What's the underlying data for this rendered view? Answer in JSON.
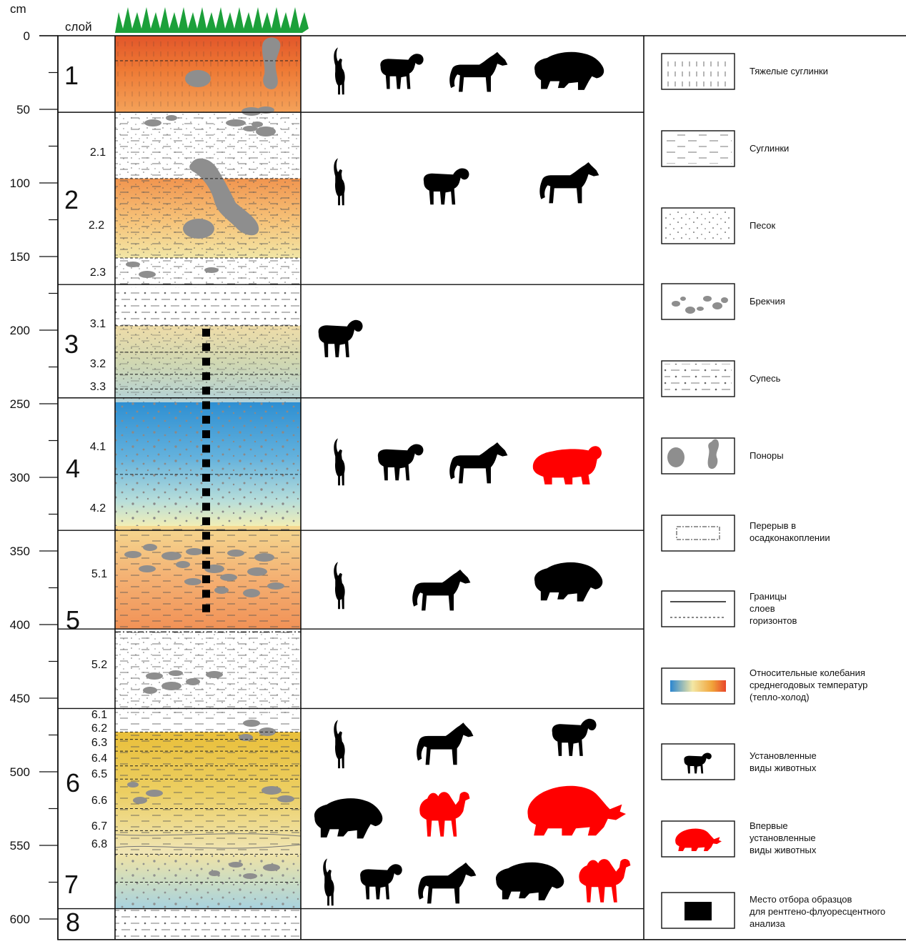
{
  "axis": {
    "unit": "cm",
    "layer_header": "слой",
    "ticks": [
      "0",
      "50",
      "100",
      "150",
      "200",
      "250",
      "300",
      "350",
      "400",
      "450",
      "500",
      "550",
      "600"
    ]
  },
  "layers": [
    {
      "label": "1"
    },
    {
      "label": "2"
    },
    {
      "label": "3"
    },
    {
      "label": "4"
    },
    {
      "label": "5"
    },
    {
      "label": "6"
    },
    {
      "label": "7"
    },
    {
      "label": "8"
    }
  ],
  "horizons": [
    "2.1",
    "2.2",
    "2.3",
    "3.1",
    "3.2",
    "3.3",
    "4.1",
    "4.2",
    "5.1",
    "5.2",
    "6.1",
    "6.2",
    "6.3",
    "6.4",
    "6.5",
    "6.6",
    "6.7",
    "6.8"
  ],
  "fauna": [
    {
      "layer": "1",
      "species": [
        "goat",
        "ram",
        "horse",
        "bison"
      ]
    },
    {
      "layer": "2",
      "species": [
        "goat",
        "ram",
        "horse"
      ]
    },
    {
      "layer": "3",
      "species": [
        "ram"
      ]
    },
    {
      "layer": "4",
      "species": [
        "goat",
        "ram",
        "horse"
      ],
      "first_found": [
        "bear"
      ]
    },
    {
      "layer": "5",
      "species": [
        "goat",
        "horse",
        "bison"
      ]
    },
    {
      "layer": "6",
      "species": [
        "goat",
        "horse",
        "ram",
        "bison"
      ],
      "first_found": [
        "camel",
        "rhino"
      ]
    },
    {
      "layer": "7",
      "species": [
        "goat",
        "ram",
        "horse",
        "bison",
        "camel"
      ]
    }
  ],
  "legend": [
    {
      "text": [
        "Тяжелые суглинки"
      ]
    },
    {
      "text": [
        "Суглинки"
      ]
    },
    {
      "text": [
        "Песок"
      ]
    },
    {
      "text": [
        "Брекчия"
      ]
    },
    {
      "text": [
        "Супесь"
      ]
    },
    {
      "text": [
        "Поноры"
      ]
    },
    {
      "text": [
        "Перерыв в",
        "осадконакоплении"
      ]
    },
    {
      "text": [
        "Границы",
        "слоев",
        "горизонтов"
      ]
    },
    {
      "text": [
        "Относительные колебания",
        "среднегодовых температур",
        "(тепло-холод)"
      ]
    },
    {
      "text": [
        "Установленные",
        "виды животных"
      ]
    },
    {
      "text": [
        "Впервые",
        "установленные",
        "виды животных"
      ]
    },
    {
      "text": [
        "Место отбора образцов",
        "для рентгено-флуоресцентного",
        "анализа"
      ]
    }
  ],
  "colors": {
    "known_species": "#000000",
    "first_species": "#ff0000",
    "grass": "#1ca03a",
    "inclusion": "#8e8e8e",
    "sample": "#000000"
  }
}
